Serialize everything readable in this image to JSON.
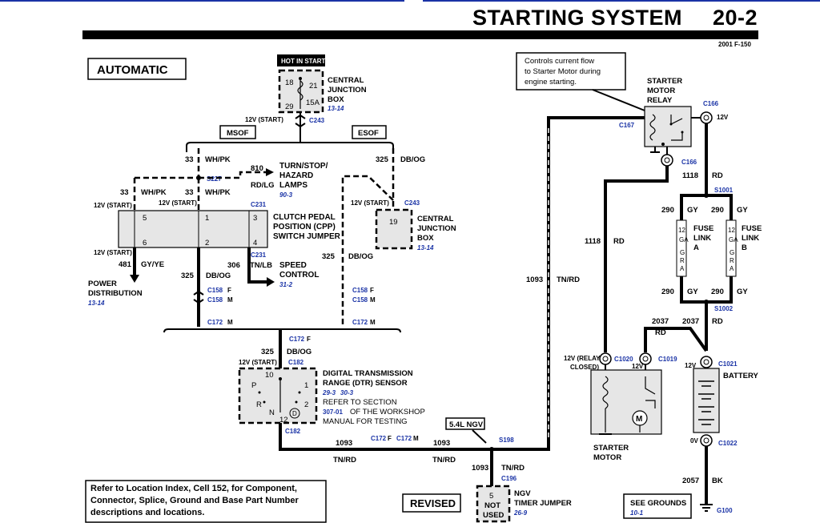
{
  "header": {
    "title": "STARTING SYSTEM",
    "page": "20-2",
    "model": "2001 F-150"
  },
  "labels": {
    "automatic": "AUTOMATIC",
    "hot_in_start": "HOT IN START",
    "cjb_top": {
      "l1": "CENTRAL",
      "l2": "JUNCTION",
      "l3": "BOX",
      "ref": "13-14",
      "pins": [
        "18",
        "21",
        "29",
        "15A"
      ]
    },
    "cjb_right": {
      "l1": "CENTRAL",
      "l2": "JUNCTION",
      "l3": "BOX",
      "ref": "13-14",
      "pin": "19"
    },
    "msof": "MSOF",
    "esof": "ESOF",
    "v12_start": "12V (START)",
    "c243": "C243",
    "s227": "S227",
    "c231": "C231",
    "turn_stop": {
      "l1": "TURN/STOP/",
      "l2": "HAZARD",
      "l3": "LAMPS",
      "ref": "90-3"
    },
    "cpp": {
      "l1": "CLUTCH PEDAL",
      "l2": "POSITION (CPP)",
      "l3": "SWITCH JUMPER",
      "pins": [
        "5",
        "1",
        "3",
        "6",
        "2",
        "4"
      ]
    },
    "power_dist": {
      "l1": "POWER",
      "l2": "DISTRIBUTION",
      "ref": "13-14"
    },
    "speed": {
      "l1": "SPEED",
      "l2": "CONTROL",
      "ref": "31-2"
    },
    "c158f": "C158",
    "c158m": "C158",
    "c172m": "C172",
    "c172f": "C172",
    "c182": "C182",
    "f": "F",
    "m": "M",
    "dtr": {
      "l1": "DIGITAL TRANSMISSION",
      "l2": "RANGE (DTR) SENSOR",
      "ref1": "29-3",
      "ref2": "30-3",
      "l3": "REFER TO SECTION",
      "l4": "OF THE WORKSHOP",
      "sec": "307-01",
      "l5": "MANUAL FOR TESTING",
      "pins": [
        "10",
        "12"
      ],
      "pos": [
        "P",
        "R",
        "N",
        "D",
        "1",
        "2"
      ]
    },
    "ngv": "5.4L NGV",
    "s198": "S198",
    "c196": "C196",
    "timer": {
      "l1": "NGV",
      "l2": "TIMER JUMPER",
      "ref": "26-9",
      "pin": "5",
      "nu1": "NOT",
      "nu2": "USED"
    },
    "note": {
      "l1": "Controls current flow",
      "l2": "to Starter Motor during",
      "l3": "engine starting."
    },
    "relay": {
      "l1": "STARTER",
      "l2": "MOTOR",
      "l3": "RELAY",
      "c167": "C167"
    },
    "c166": "C166",
    "v12": "12V",
    "s1001": "S1001",
    "s1002": "S1002",
    "fuse_a": {
      "l1": "FUSE",
      "l2": "LINK",
      "l3": "A",
      "body": "12 GA GRAY"
    },
    "fuse_b": {
      "l1": "FUSE",
      "l2": "LINK",
      "l3": "B",
      "body": "12 GA GRAY"
    },
    "c1020": "C1020",
    "c1019": "C1019",
    "relay_closed1": "12V (RELAY",
    "relay_closed2": "CLOSED)",
    "c1021": "C1021",
    "c1022": "C1022",
    "battery": "BATTERY",
    "v0": "0V",
    "starter": {
      "l1": "STARTER",
      "l2": "MOTOR",
      "m": "M"
    },
    "grounds": {
      "l1": "SEE GROUNDS",
      "ref": "10-1"
    },
    "g100": "G100",
    "revised": "REVISED",
    "footer": {
      "l1": "Refer to Location Index, Cell 152, for Component,",
      "l2": "Connector, Splice, Ground and Base Part Number",
      "l3": "descriptions and locations."
    }
  },
  "wires": {
    "w33": "33",
    "whpk": "WH/PK",
    "w810": "810",
    "rdlg": "RD/LG",
    "w325": "325",
    "dbog": "DB/OG",
    "w481": "481",
    "gyye": "GY/YE",
    "w306": "306",
    "tnlb": "TN/LB",
    "w1093": "1093",
    "tnrd": "TN/RD",
    "w1118": "1118",
    "rd": "RD",
    "w290": "290",
    "gy": "GY",
    "w2037": "2037",
    "w2057": "2057",
    "bk": "BK"
  }
}
